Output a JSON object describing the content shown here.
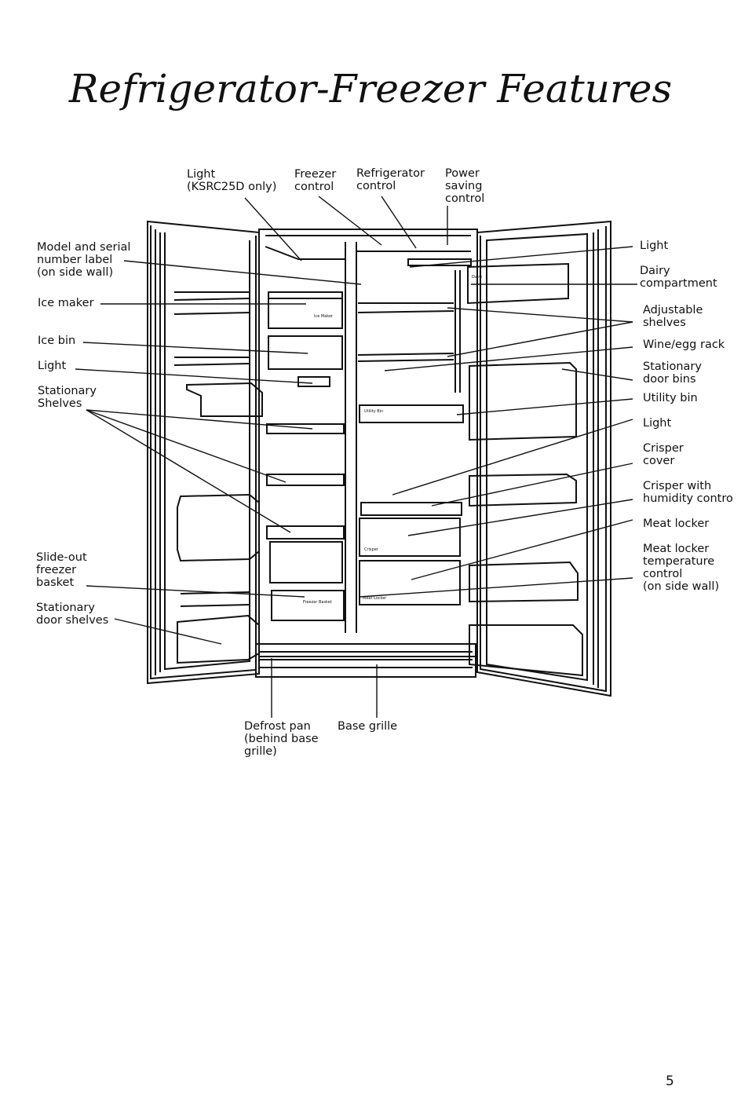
{
  "title": "Refrigerator-Freezer Features",
  "page_number": "5",
  "labels": {
    "light_top": "Light\n(KSRC25D only)",
    "freezer_control": "Freezer\ncontrol",
    "refrigerator_control": "Refrigerator\ncontrol",
    "power_saving_control": "Power\nsaving\ncontrol",
    "model_serial": "Model and serial\nnumber label\n(on side wall)",
    "ice_maker": "Ice maker",
    "ice_bin": "Ice bin",
    "light_freezer": "Light",
    "stationary_shelves": "Stationary\nShelves",
    "slide_out_basket": "Slide-out\nfreezer\nbasket",
    "stationary_door_shelves": "Stationary\ndoor shelves",
    "light_right_top": "Light",
    "dairy_compartment": "Dairy\ncompartment",
    "adjustable_shelves": "Adjustable\nshelves",
    "wine_egg_rack": "Wine/egg rack",
    "stationary_door_bins": "Stationary\ndoor bins",
    "utility_bin": "Utility bin",
    "light_right_mid": "Light",
    "crisper_cover": "Crisper\ncover",
    "crisper_humidity": "Crisper with\nhumidity contro",
    "meat_locker": "Meat locker",
    "meat_locker_temp": "Meat locker\ntemperature\ncontrol\n(on side wall)",
    "defrost_pan": "Defrost pan\n(behind base\ngrille)",
    "base_grille": "Base grille"
  },
  "inner_labels": {
    "dairy": "Dairy",
    "ice_maker": "Ice Maker",
    "utility_bin": "Utility Bin",
    "crisper": "Crisper",
    "freezer_basket": "Freezer Basket",
    "meat_locker": "Meat Locker"
  }
}
